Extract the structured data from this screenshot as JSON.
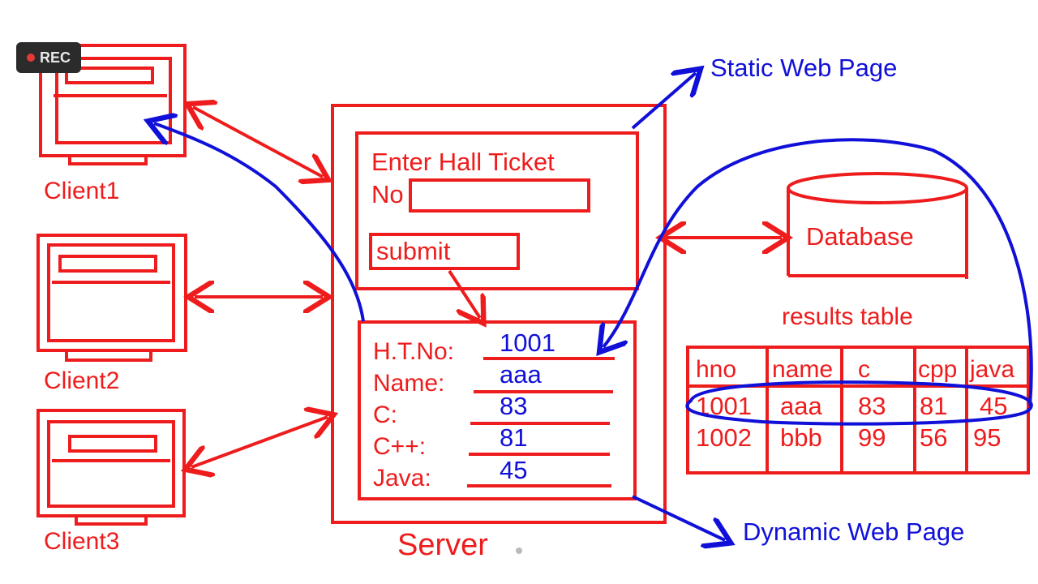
{
  "rec_badge": {
    "label": "REC"
  },
  "clients": [
    "Client1",
    "Client2",
    "Client3"
  ],
  "server": {
    "label": "Server",
    "form": {
      "prompt_line1": "Enter Hall Ticket",
      "prompt_line2": "No",
      "submit_label": "submit"
    },
    "result": {
      "fields": [
        {
          "label": "H.T.No:",
          "value": "1001"
        },
        {
          "label": "Name:",
          "value": "aaa"
        },
        {
          "label": "C:",
          "value": "83"
        },
        {
          "label": "C++:",
          "value": "81"
        },
        {
          "label": "Java:",
          "value": "45"
        }
      ]
    }
  },
  "database": {
    "label": "Database"
  },
  "results_table": {
    "caption": "results table",
    "headers": [
      "hno",
      "name",
      "c",
      "cpp",
      "java"
    ],
    "rows": [
      [
        "1001",
        "aaa",
        "83",
        "81",
        "45"
      ],
      [
        "1002",
        "bbb",
        "99",
        "56",
        "95"
      ]
    ]
  },
  "annotations": {
    "static_page": "Static Web Page",
    "dynamic_page": "Dynamic Web Page"
  },
  "colors": {
    "diagram": "#ee1c1c",
    "annotation": "#1010d8"
  }
}
